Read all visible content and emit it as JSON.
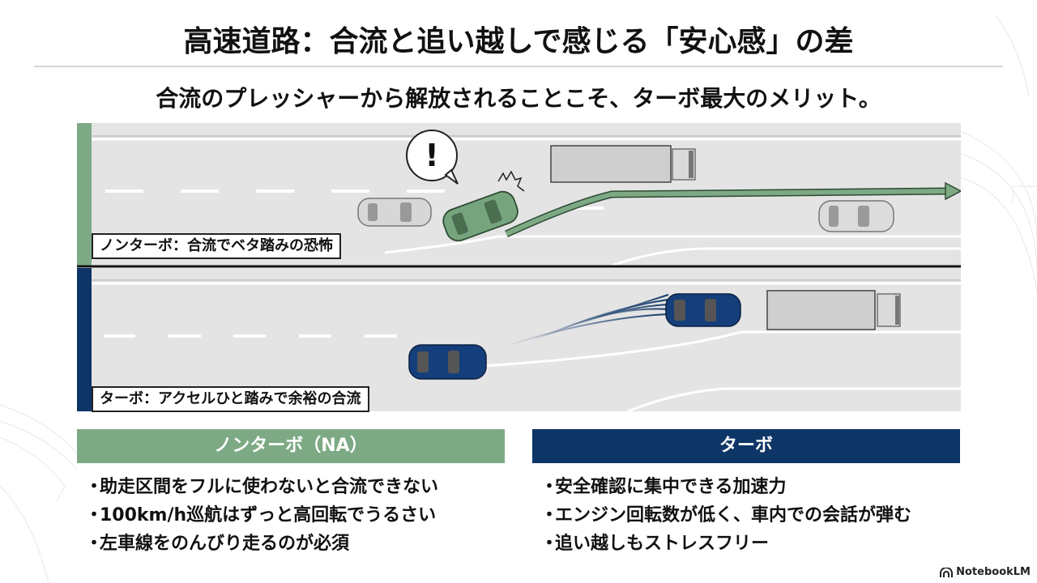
{
  "header": {
    "title": "高速道路：合流と追い越しで感じる「安心感」の差",
    "subtitle": "合流のプレッシャーから解放されることこそ、ターボ最大のメリット。"
  },
  "scene": {
    "na_lane_label": "ノンターボ：合流でベタ踏みの恐怖",
    "turbo_lane_label": "ターボ：アクセルひと踏みで余裕の合流",
    "alert_symbol": "!"
  },
  "columns": {
    "na": {
      "heading": "ノンターボ（NA）",
      "bullet": "・",
      "items": [
        "助走区間をフルに使わないと合流できない",
        "100km/h巡航はずっと高回転でうるさい",
        "左車線をのんびり走るのが必須"
      ]
    },
    "turbo": {
      "heading": "ターボ",
      "bullet": "・",
      "items": [
        "安全確認に集中できる加速力",
        "エンジン回転数が低く、車内での会話が弾む",
        "追い越しもストレスフリー"
      ]
    }
  },
  "colors": {
    "na_green": "#7daa84",
    "turbo_navy": "#0d3566",
    "road_gray": "#e2e2e2"
  },
  "footer": {
    "brand": "NotebookLM"
  }
}
